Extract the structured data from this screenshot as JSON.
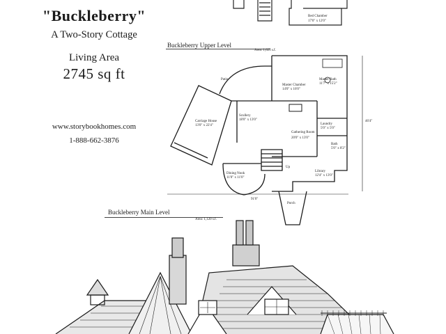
{
  "header": {
    "name": "\"Buckleberry\"",
    "subtitle": "A Two-Story Cottage",
    "area_label": "Living Area",
    "area_value": "2745 sq ft"
  },
  "contact": {
    "website": "www.storybookhomes.com",
    "phone": "1-888-662-3876"
  },
  "upper_level": {
    "title": "Buckleberry Upper Level",
    "area": "Area: 1,625 s.f.",
    "rooms": {
      "bed_chamber": "Bed Chamber",
      "bed_chamber_dims": "17'0\" x 12'0\""
    }
  },
  "main_level": {
    "title": "Buckleberry Main Level",
    "area": "Area: 1,120 s.f.",
    "rooms": {
      "patio": "Patio",
      "master_chamber": "Master Chamber",
      "master_chamber_dims": "14'0\" x 16'0\"",
      "master_bath": "Master Bath",
      "master_bath_dims": "11'7\" x 15'2\"",
      "carriage_house": "Carriage House",
      "carriage_house_dims": "13'0\" x 22'4\"",
      "scullery": "Scullery",
      "scullery_dims": "18'0\" x 13'0\"",
      "gathering_room": "Gathering Room",
      "gathering_room_dims": "20'0\" x 13'0\"",
      "laundry": "Laundry",
      "laundry_dims": "5'0\" x 5'0\"",
      "bath": "Bath",
      "bath_dims": "5'0\" x 8'2\"",
      "dining_nook": "Dining Nook",
      "dining_nook_dims": "11'0\" x 11'0\"",
      "library": "Library",
      "library_dims": "12'4\" x 13'0\"",
      "up": "Up",
      "porch": "Porch",
      "width_dim": "91'0\"",
      "depth_dim": "46'4\""
    }
  }
}
